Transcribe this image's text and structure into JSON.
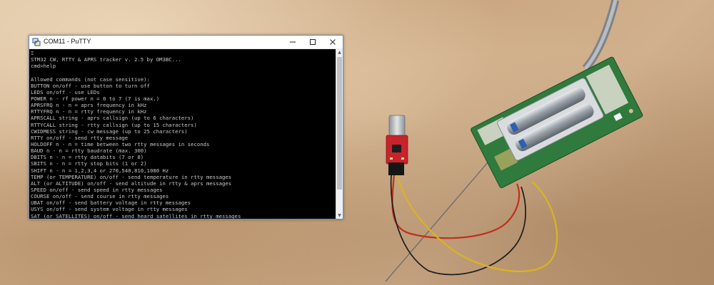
{
  "window": {
    "title": "COM11 - PuTTY",
    "buttons": {
      "minimize": "minimize",
      "maximize": "maximize",
      "close": "close"
    }
  },
  "terminal": {
    "lines": [
      "Ξ",
      "STM32 CW, RTTY & APRS tracker v. 2.5 by OM3BC...",
      "cmd>help",
      "",
      "Allowed commands (not case sensitive):",
      "BUTTON on/off - use button to turn off",
      "LEDS on/off - use LEDs",
      "POWER n - rf power n = 0 to 7 (7 is max.)",
      "APRSFRQ n - n = aprs frequency in kHz",
      "RTTYFRQ n - n = rtty frequency in kHz",
      "APRSCALL string - aprs callsign (up to 6 characters)",
      "RTTYCALL string - rtty callsign (up to 15 characters)",
      "CWIDMESS string - cw message (up to 25 characters)",
      "RTTY on/off - send rtty message",
      "HOLDOFF n - n = time between two rtty messages in seconds",
      "BAUD n - n = rtty baudrate (max. 300)",
      "DBITS n - n = rtty databits (7 or 8)",
      "SBITS n - n = rtty stop bits (1 or 2)",
      "SHIFT n - n = 1,2,3,4 or 270,540,810,1080 Hz",
      "TEMP (or TEMPERATURE) on/off - send temperature in rtty messages",
      "ALT (or ALTITUDE) on/off - send altitude in rtty & aprs messages",
      "SPEED on/off - send speed in rtty messages",
      "COURSE on/off - send course in rtty messages",
      "UBAT on/off - send battery voltage in rtty messages",
      "USYS on/off - send system voltage in rtty messages",
      "SAT (or SATELLITES) on/off - send heard satellites in rtty messages"
    ]
  },
  "colors": {
    "terminal_bg": "#000000",
    "terminal_text": "#c8c8c8",
    "pcb_green": "#2f7a3c",
    "wire_red": "#c0301c",
    "wire_yellow": "#d8b424",
    "adapter_red": "#c8232c"
  },
  "icons": {
    "app": "putty-icon",
    "minimize": "minimize-icon",
    "maximize": "maximize-icon",
    "close": "close-icon"
  }
}
